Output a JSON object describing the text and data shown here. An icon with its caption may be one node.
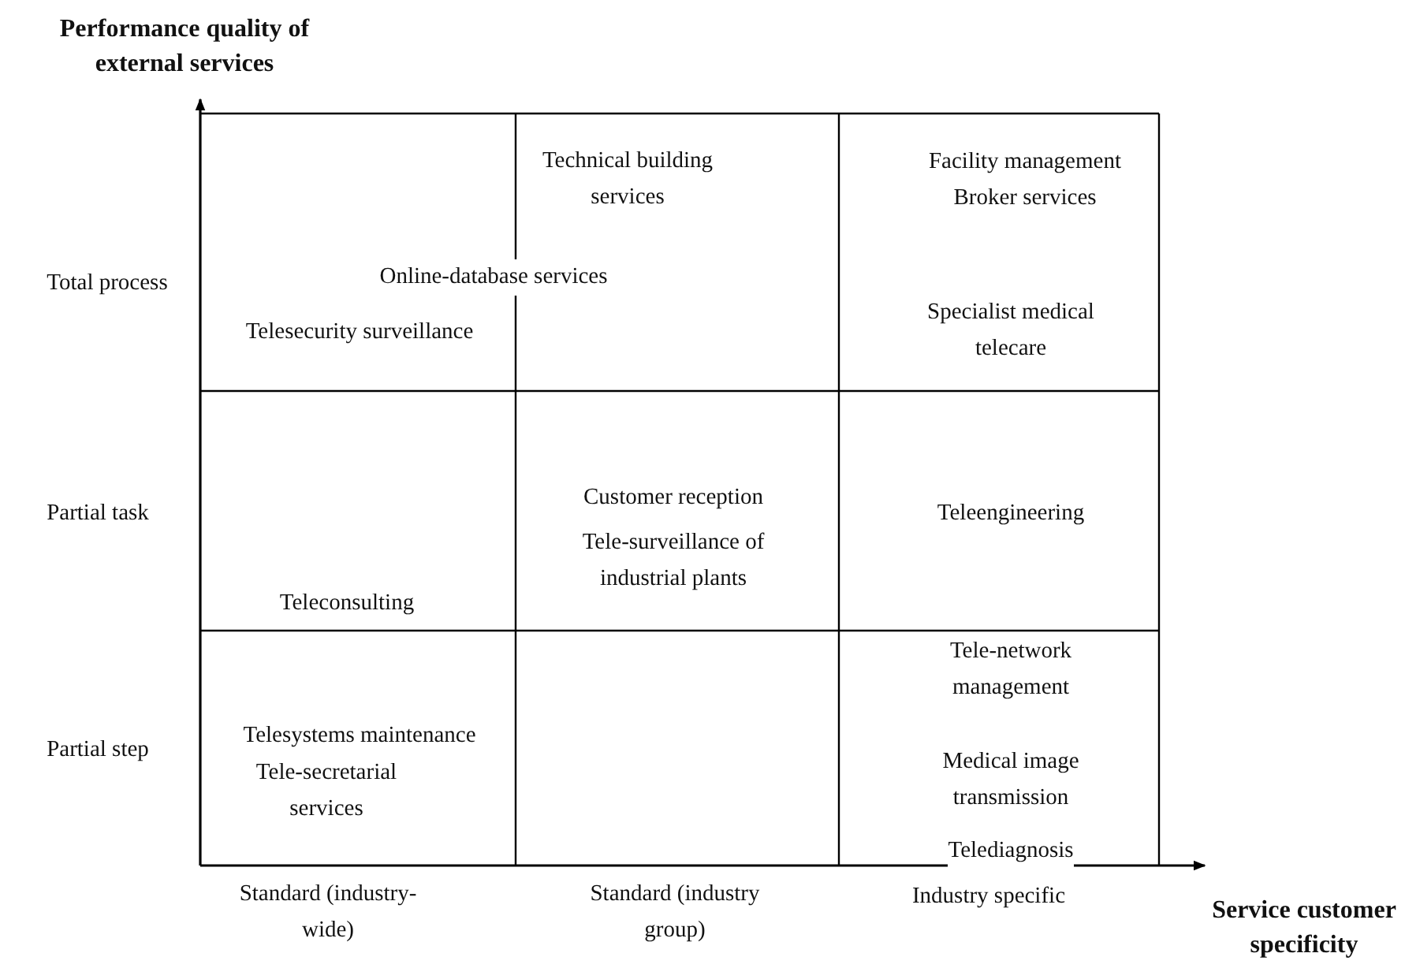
{
  "diagram": {
    "labels": [
      "Performance quality of external services",
      "Technical building services",
      "Facility management",
      "Broker services",
      "Total process",
      "Online-database services",
      "Specialist medical telecare",
      "Telesecurity surveillance",
      "Partial task",
      "Customer reception",
      "Teleengineering",
      "Tele-surveillance of industrial plants",
      "Teleconsulting",
      "Tele-network management",
      "Partial step",
      "Telesystems maintenance",
      "Tele-secretarial services",
      "Medical image transmission",
      "Telediagnosis",
      "Standard (industry-wide)",
      "Standard (industry group)",
      "Industry specific",
      "Service customer specificity"
    ]
  }
}
